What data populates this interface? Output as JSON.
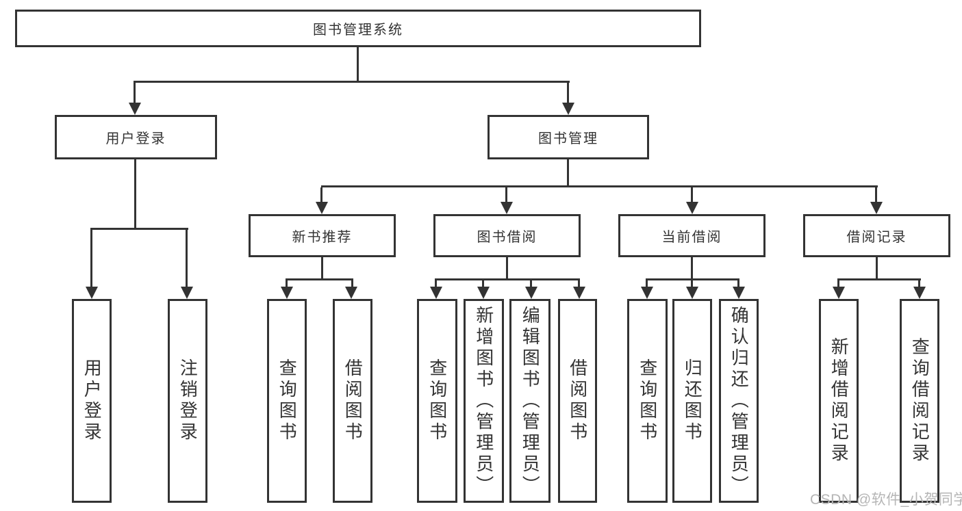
{
  "diagram": {
    "root": "图书管理系统",
    "level2": [
      "用户登录",
      "图书管理"
    ],
    "level3": [
      "新书推荐",
      "图书借阅",
      "当前借阅",
      "借阅记录"
    ],
    "leaves": [
      "用户登录",
      "注销登录",
      "查询图书",
      "借阅图书",
      "查询图书",
      "新增图书（管理员）",
      "编辑图书（管理员）",
      "借阅图书",
      "查询图书",
      "归还图书",
      "确认归还（管理员）",
      "新增借阅记录",
      "查询借阅记录"
    ],
    "watermark": "CSDN @软件_小贺同学",
    "colors": {
      "line": "#333333",
      "text": "#333333",
      "box_fill": "#ffffff",
      "background": "#ffffff",
      "watermark": "#b5b5b5"
    }
  }
}
